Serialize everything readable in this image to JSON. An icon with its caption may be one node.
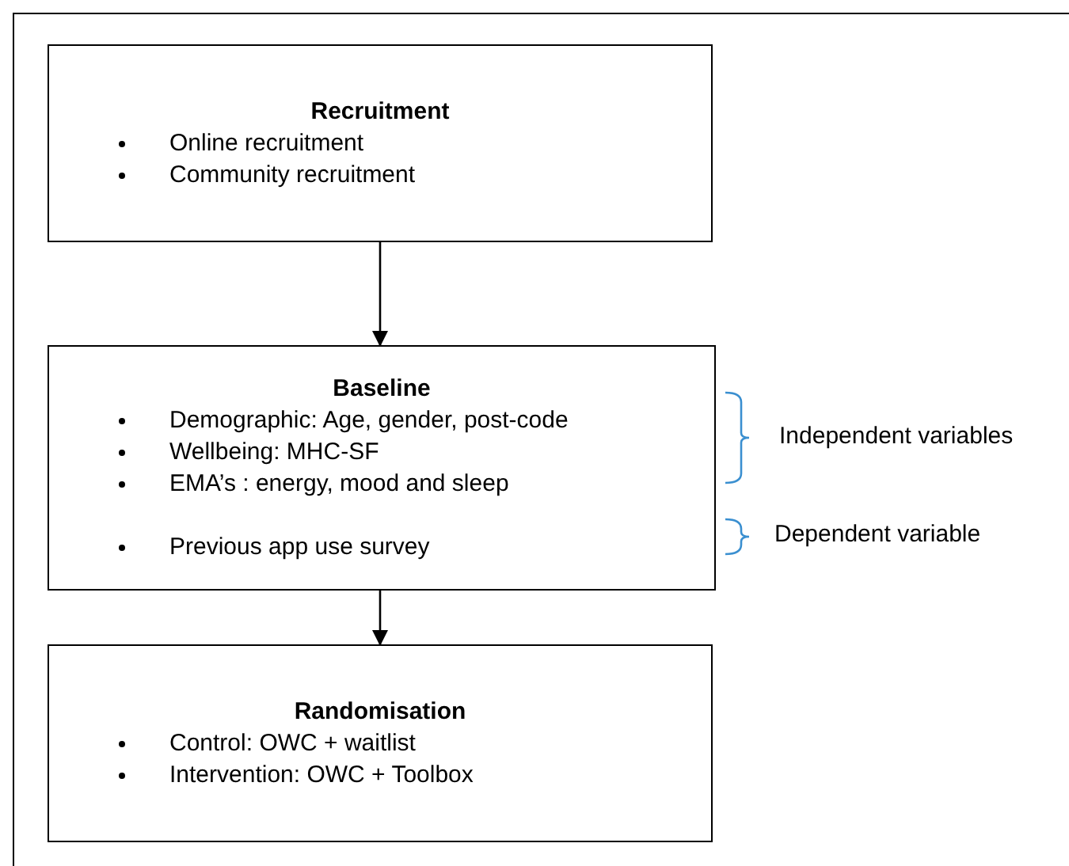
{
  "diagram": {
    "nodes": [
      {
        "text": [
          "Recruitment",
          "Online recruitment",
          "Community recruitment"
        ]
      },
      {
        "text": [
          "Baseline",
          "Demographic: Age, gender, post-code",
          "Wellbeing: MHC-SF",
          "EMA’s : energy, mood and sleep",
          "Previous app use survey"
        ]
      },
      {
        "text": [
          "Randomisation",
          "Control: OWC + waitlist",
          "Intervention: OWC + Toolbox"
        ]
      }
    ],
    "edges": [
      {
        "from": 0,
        "to": 1,
        "arrow": "to"
      },
      {
        "from": 1,
        "to": 2,
        "arrow": "to"
      }
    ],
    "labels": [
      "Independent variables",
      "Dependent variable"
    ]
  }
}
